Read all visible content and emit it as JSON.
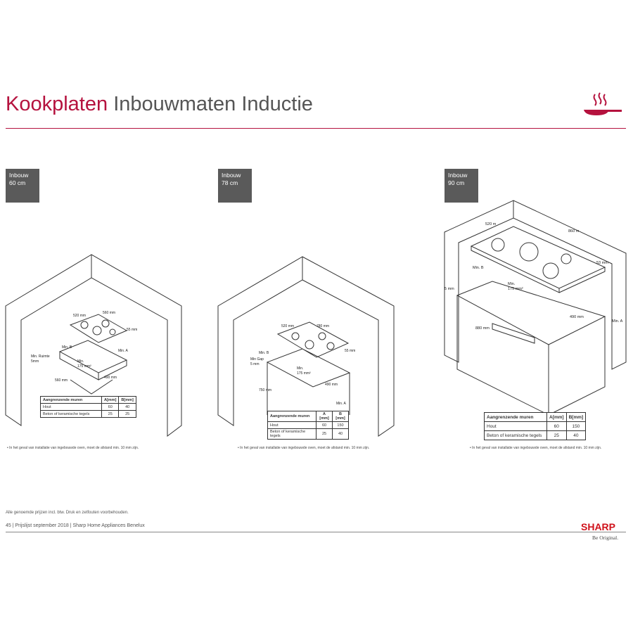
{
  "header": {
    "title_accent": "Kookplaten",
    "title_rest": "Inbouwmaten Inductie"
  },
  "sections": [
    {
      "label_line1": "Inbouw",
      "label_line2": "60 cm",
      "dims": [
        "520 mm",
        "560 mm",
        "Min. B",
        "Min. A",
        "Min. Ruimte",
        "5mm",
        "Min.",
        "175 mm²",
        "560 mm",
        "490 mm",
        "55 mm"
      ],
      "table": {
        "headers": [
          "Aangrenzende muren",
          "A[mm]",
          "B[mm]"
        ],
        "rows": [
          [
            "Hout",
            "60",
            "40"
          ],
          [
            "Beton of keramische tegels",
            "25",
            "25"
          ]
        ]
      },
      "footnote": "• In het geval van installatie van ingebouwde oven, moet de afstand min. 10 mm zijn."
    },
    {
      "label_line1": "Inbouw",
      "label_line2": "78 cm",
      "dims": [
        "520 mm",
        "780 mm",
        "Min. B",
        "Min Gap",
        "5 mm",
        "Min.",
        "175 mm²",
        "Min. A",
        "750 mm",
        "490 mm",
        "55 mm"
      ],
      "table": {
        "headers": [
          "Aangrenzende muren",
          "A [mm]",
          "B [mm]"
        ],
        "rows": [
          [
            "Hout",
            "60",
            "150"
          ],
          [
            "Beton of keramische tegels",
            "25",
            "40"
          ]
        ]
      },
      "footnote": "• In het geval van installatie van ingebouwde oven, moet de afstand min. 10 mm zijn."
    },
    {
      "label_line1": "Inbouw",
      "label_line2": "90 cm",
      "dims": [
        "520 m",
        "860 m",
        "Min. B",
        "5 mm",
        "Min.",
        "175 mm²",
        "490 mm",
        "880 mm",
        "Min. A",
        "53 mm"
      ],
      "table": {
        "headers": [
          "Aangrenzende muren",
          "A[mm]",
          "B[mm]"
        ],
        "rows": [
          [
            "Hout",
            "60",
            "150"
          ],
          [
            "Beton of keramische tegels",
            "25",
            "40"
          ]
        ]
      },
      "footnote": "• In het geval van installatie van ingebouwde oven, moet de afstand min. 10 mm zijn."
    }
  ],
  "footer": {
    "disclaimer": "Alle genoemde prijzen incl. btw. Druk en zetfouten voorbehouden.",
    "page_line": "45  | Prijslijst september 2018 | Sharp Home Appliances Benelux",
    "brand": "SHARP",
    "tagline": "Be Original."
  },
  "colors": {
    "accent": "#b5123e",
    "brand": "#d0121b",
    "label_bg": "#5a5a5a"
  }
}
